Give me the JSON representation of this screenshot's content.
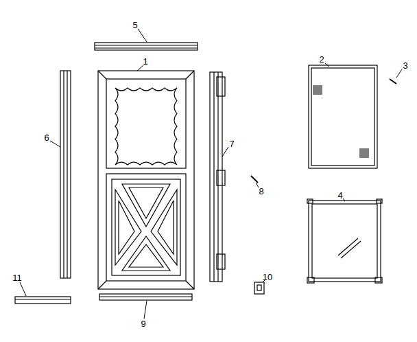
{
  "diagram": {
    "labels": [
      "5",
      "1",
      "2",
      "3",
      "6",
      "7",
      "8",
      "4",
      "11",
      "10",
      "9"
    ]
  }
}
